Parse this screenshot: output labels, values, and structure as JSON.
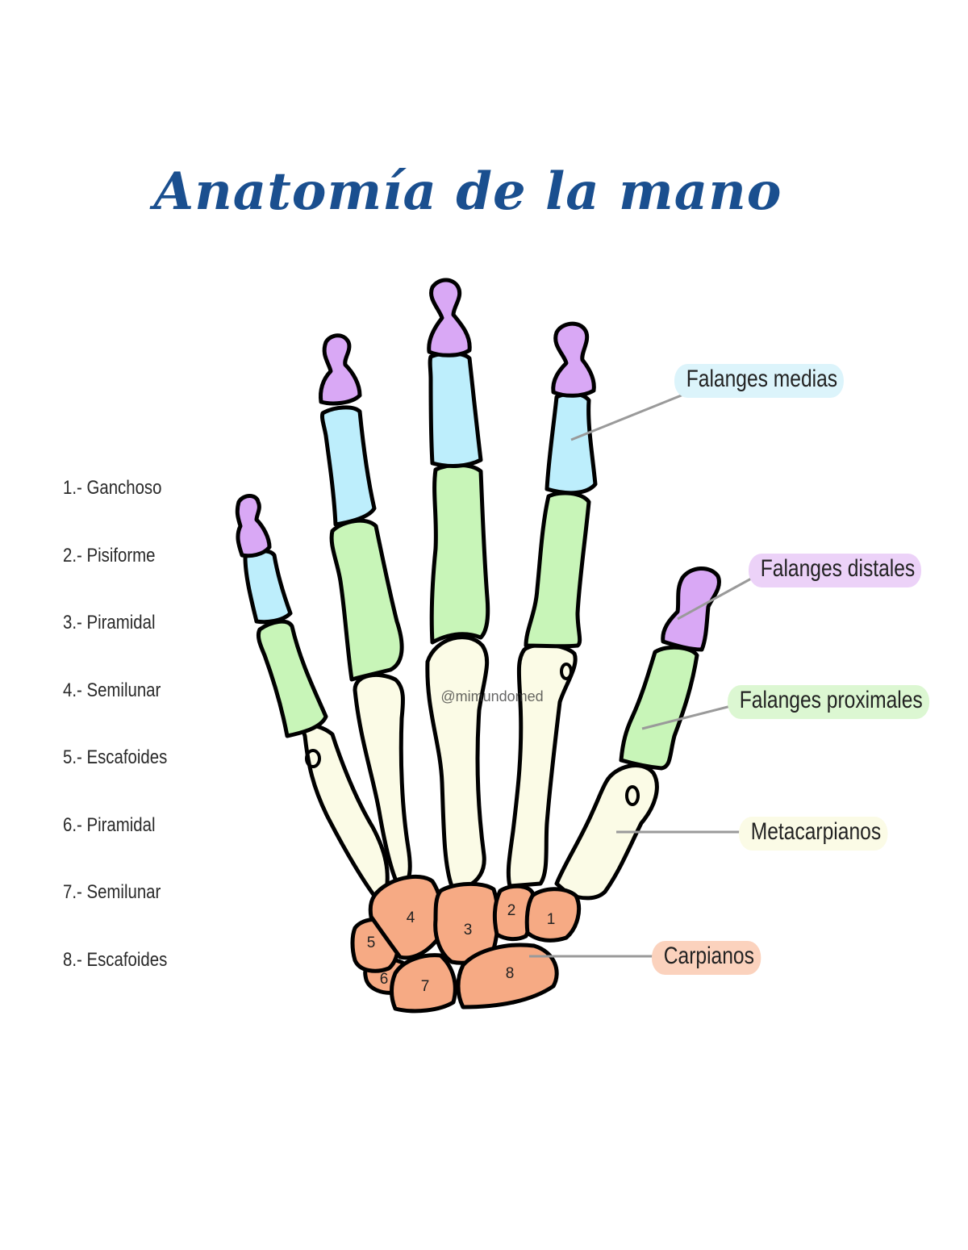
{
  "title": "Anatomía de la mano",
  "legend": [
    "1.- Ganchoso",
    "2.- Pisiforme",
    "3.- Piramidal",
    "4.- Semilunar",
    "5.- Escafoides",
    "6.- Piramidal",
    "7.- Semilunar",
    "8.- Escafoides"
  ],
  "callouts": {
    "middle": "Falanges medias",
    "distal": "Falanges distales",
    "proximal": "Falanges proximales",
    "metacarpal": "Metacarpianos",
    "carpal": "Carpianos"
  },
  "carpal_numbers": [
    "1",
    "2",
    "3",
    "4",
    "5",
    "6",
    "7",
    "8"
  ],
  "watermark": "@mimundomed",
  "colors": {
    "title": "#1a4f8f",
    "distal": "#d9a8f5",
    "middle": "#bdeefc",
    "proximal": "#c8f5b8",
    "metacarpal": "#fbfbe6",
    "carpal": "#f6aa84",
    "middle_badge": "#dcf4fb",
    "distal_badge": "#ecd2f8",
    "proximal_badge": "#dcf7d2",
    "metacarpal_badge": "#fbfbe6",
    "carpal_badge": "#fbd2bd"
  }
}
